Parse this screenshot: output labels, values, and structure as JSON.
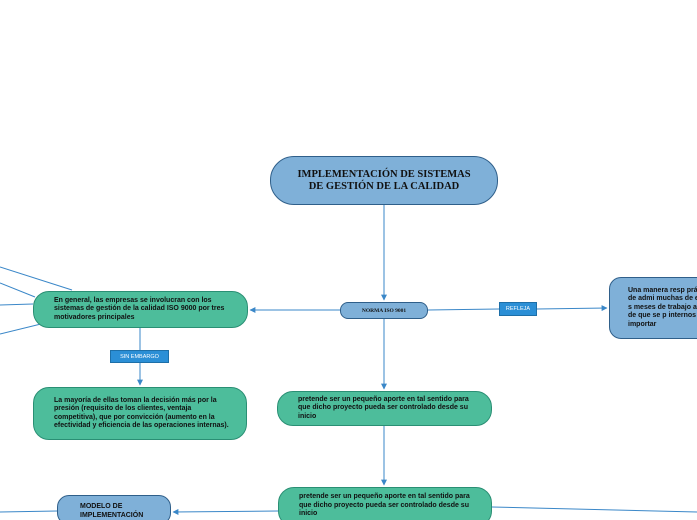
{
  "mindmap": {
    "root": "IMPLEMENTACIÓN DE SISTEMAS DE GESTIÓN DE LA CALIDAD",
    "norma": "NORMA ISO 9001",
    "left_main": "En general, las empresas se involucran con los sistemas de gestión de la calidad ISO 9000 por tres motivadores principales",
    "sin_embargo_label": "SIN EMBARGO",
    "left_sub": "La mayoría de ellas toman la decisión más por la presión (requisito de los clientes, ventaja competitiva), que por convicción (aumento en la efectividad y eficiencia de las operaciones internas).",
    "refleja_label": "REFLEJA",
    "right_main": "Una manera resp práctica de admi muchas de ellas s meses de trabajo antes de que se p internos importar",
    "center_1": "pretende ser un pequeño aporte en tal sentido para que dicho proyecto pueda ser controlado desde su inicio",
    "center_2": "pretende ser un pequeño aporte en tal sentido para que dicho proyecto pueda ser controlado desde su inicio",
    "modelo": "MODELO DE IMPLEMENTACIÓN"
  },
  "colors": {
    "node_blue": "#7fb0d8",
    "node_green": "#4dbd9b",
    "label_blue": "#2b8fd6",
    "connector": "#3a87c8"
  }
}
